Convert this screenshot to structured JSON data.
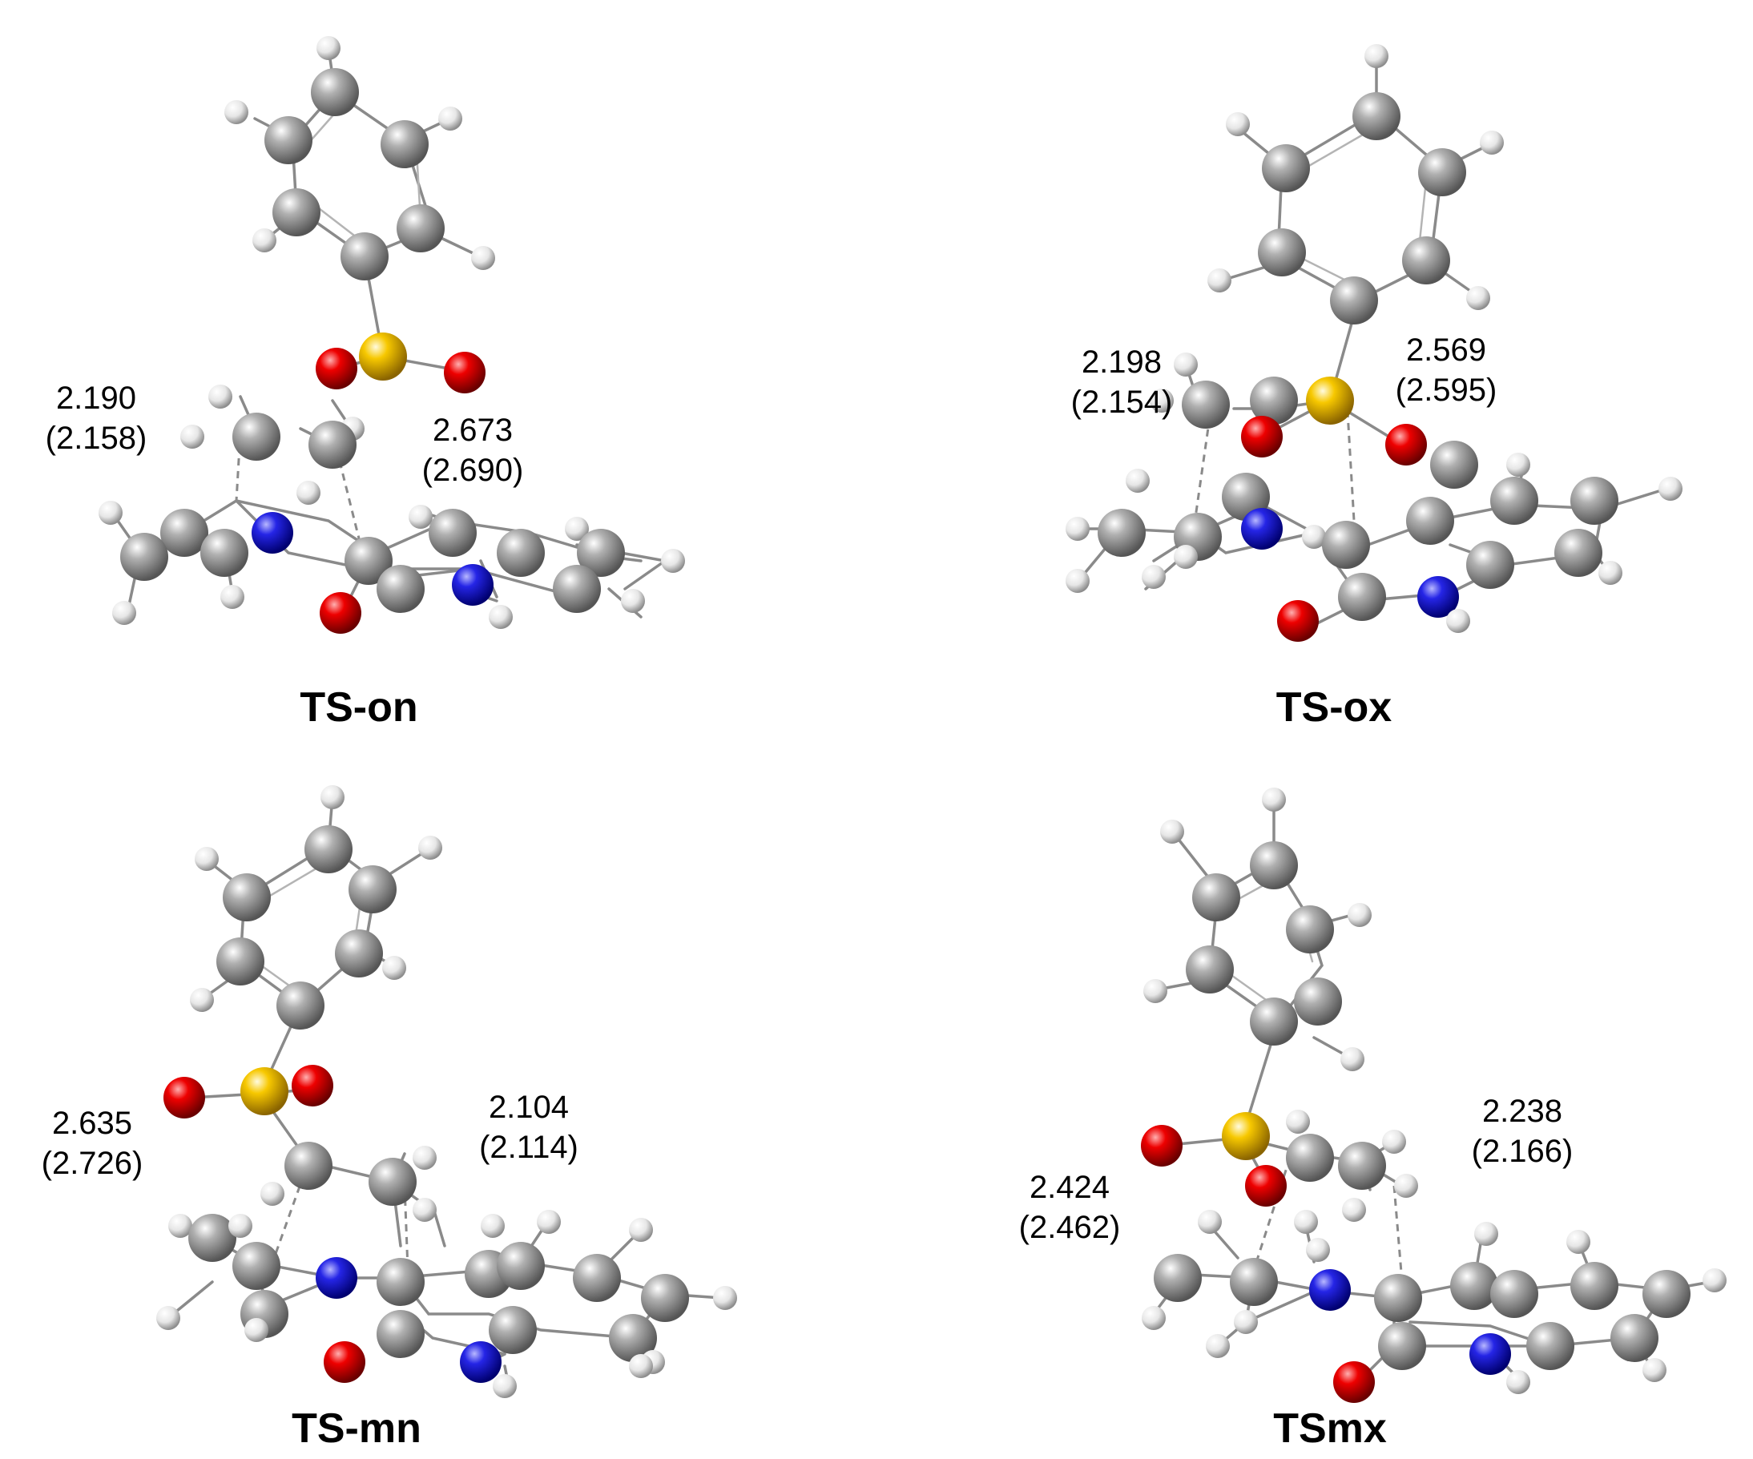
{
  "colors": {
    "carbon": "#8c8c8c",
    "hydrogen": "#f0f0f0",
    "nitrogen": "#1a1adc",
    "oxygen": "#e60000",
    "sulfur": "#f5c200",
    "bond": "#8a8a8a"
  },
  "panels": [
    {
      "id": "ts-on",
      "title": "TS-on",
      "distances": [
        {
          "value": "2.190",
          "alt": "(2.158)"
        },
        {
          "value": "2.673",
          "alt": "(2.690)"
        }
      ]
    },
    {
      "id": "ts-ox",
      "title": "TS-ox",
      "distances": [
        {
          "value": "2.198",
          "alt": "(2.154)"
        },
        {
          "value": "2.569",
          "alt": "(2.595)"
        }
      ]
    },
    {
      "id": "ts-mn",
      "title": "TS-mn",
      "distances": [
        {
          "value": "2.635",
          "alt": "(2.726)"
        },
        {
          "value": "2.104",
          "alt": "(2.114)"
        }
      ]
    },
    {
      "id": "tsmx",
      "title": "TSmx",
      "distances": [
        {
          "value": "2.424",
          "alt": "(2.462)"
        },
        {
          "value": "2.238",
          "alt": "(2.166)"
        }
      ]
    }
  ]
}
